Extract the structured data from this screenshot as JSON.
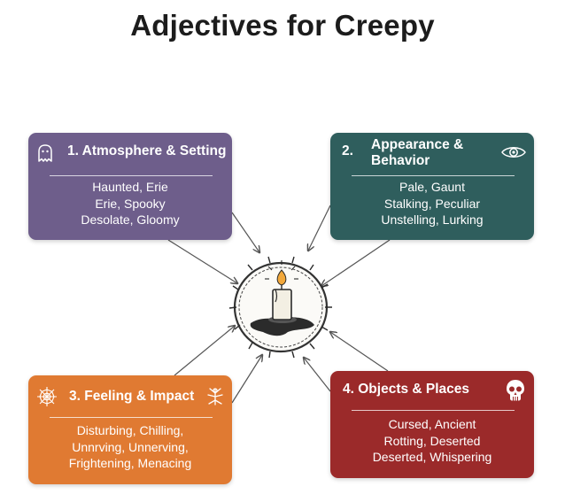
{
  "title": "Adjectives for Creepy",
  "categories": [
    {
      "number": "1.",
      "heading": "Atmosphere & Setting",
      "icon": "ghost-icon",
      "lines": [
        "Haunted, Erie",
        "Erie, Spooky",
        "Desolate, Gloomy"
      ]
    },
    {
      "number": "2.",
      "heading_line1": "Appearance &",
      "heading_line2": "Behavior",
      "icon": "eye-icon",
      "lines": [
        "Pale, Gaunt",
        "Stalking, Peculiar",
        "Unstelling, Lurking"
      ]
    },
    {
      "number": "3.",
      "heading": "Feeling & Impact",
      "icon": "spiderweb-icon",
      "icon2": "creature-icon",
      "lines": [
        "Disturbing, Chilling,",
        "Unnrving, Unnerving,",
        "Frightening, Menacing"
      ]
    },
    {
      "number": "4.",
      "heading": "Objects & Places",
      "icon": "skull-icon",
      "lines": [
        "Cursed, Ancient",
        "Rotting, Deserted",
        "Deserted, Whispering"
      ]
    }
  ],
  "center_icon": "candle-icon",
  "colors": {
    "atmosphere": "#6e5e8b",
    "appearance": "#2f5e5d",
    "feeling": "#e07a32",
    "objects": "#9b2a2a"
  }
}
